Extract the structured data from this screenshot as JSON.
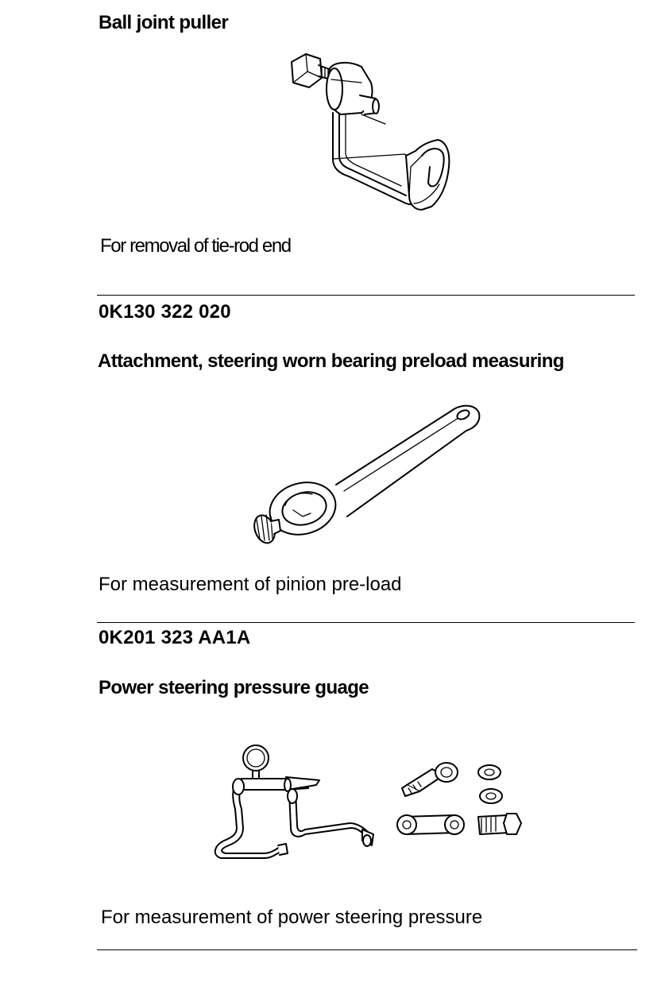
{
  "items": [
    {
      "title": "Ball joint puller",
      "tool_illustration": "ball-joint-puller-illustration",
      "description": "For removal of tie-rod end"
    },
    {
      "part_number": "0K130 322 020",
      "title": "Attachment, steering worn bearing preload measuring",
      "tool_illustration": "preload-wrench-illustration",
      "description": "For measurement of pinion pre-load"
    },
    {
      "part_number": "0K201 323 AA1A",
      "title": "Power steering pressure guage",
      "tool_illustration": "pressure-gauge-kit-illustration",
      "description": "For measurement of power steering pressure"
    }
  ]
}
